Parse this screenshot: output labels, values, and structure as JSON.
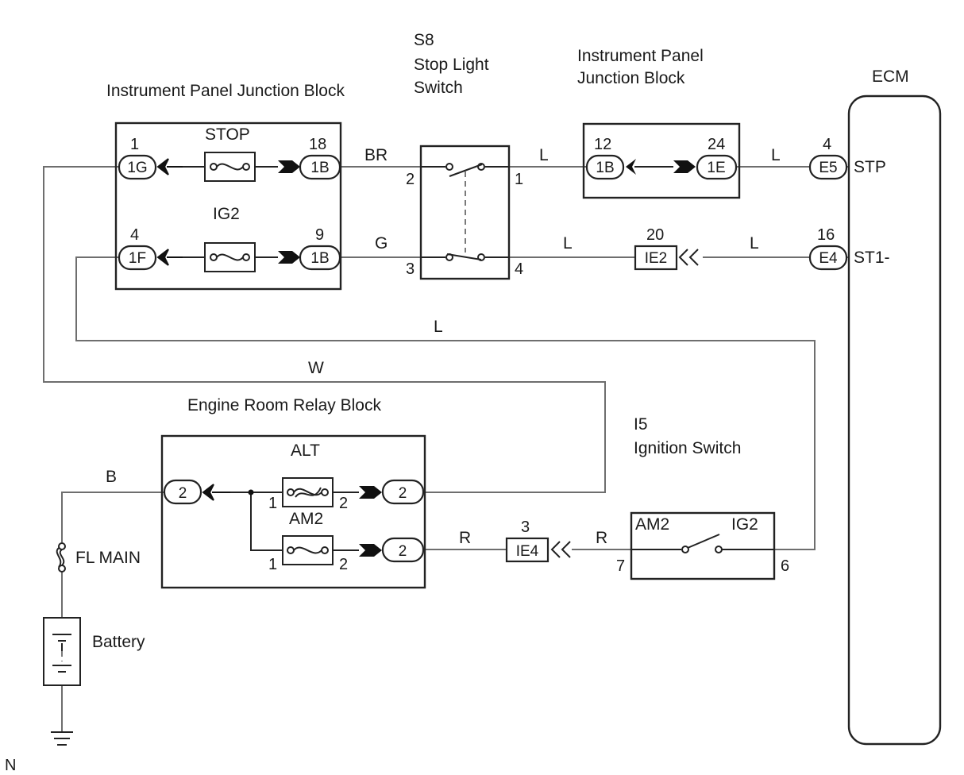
{
  "labels": {
    "ipjb_left": "Instrument Panel Junction Block",
    "s8_id": "S8",
    "s8_name1": "Stop Light",
    "s8_name2": "Switch",
    "ipjb_right1": "Instrument Panel",
    "ipjb_right2": "Junction Block",
    "ecm": "ECM",
    "fuse_stop": "STOP",
    "fuse_ig2": "IG2",
    "engine_relay_block": "Engine Room Relay Block",
    "fuse_alt": "ALT",
    "fuse_am2": "AM2",
    "ign_id": "I5",
    "ign_name": "Ignition Switch",
    "ign_am2": "AM2",
    "ign_ig2": "IG2",
    "fl_main": "FL MAIN",
    "battery": "Battery",
    "corner_note": "N",
    "ecm_stp": "STP",
    "ecm_st1": "ST1-"
  },
  "wire_colors": {
    "br": "BR",
    "l1": "L",
    "l2": "L",
    "g": "G",
    "l3": "L",
    "l4": "L",
    "l_long": "L",
    "w": "W",
    "b": "B",
    "r1": "R",
    "r2": "R"
  },
  "connectors": {
    "c1g": "1G",
    "c1b_a": "1B",
    "c1f": "1F",
    "c1b_b": "1B",
    "c1b_c": "1B",
    "c1e": "1E",
    "ce5": "E5",
    "ce4": "E4",
    "cie2": "IE2",
    "cie4": "IE4",
    "c2_a": "2",
    "c2_b": "2",
    "c2_c": "2"
  },
  "pins": {
    "p1_1g": "1",
    "p18": "18",
    "p4_1f": "4",
    "p9": "9",
    "s8_p2": "2",
    "s8_p1": "1",
    "s8_p3": "3",
    "s8_p4": "4",
    "p12": "12",
    "p24": "24",
    "p4_e5": "4",
    "p20": "20",
    "p16": "16",
    "alt_p1": "1",
    "alt_p2": "2",
    "am2_p1": "1",
    "am2_p2": "2",
    "ie4_p3": "3",
    "ign_p7": "7",
    "ign_p6": "6"
  }
}
